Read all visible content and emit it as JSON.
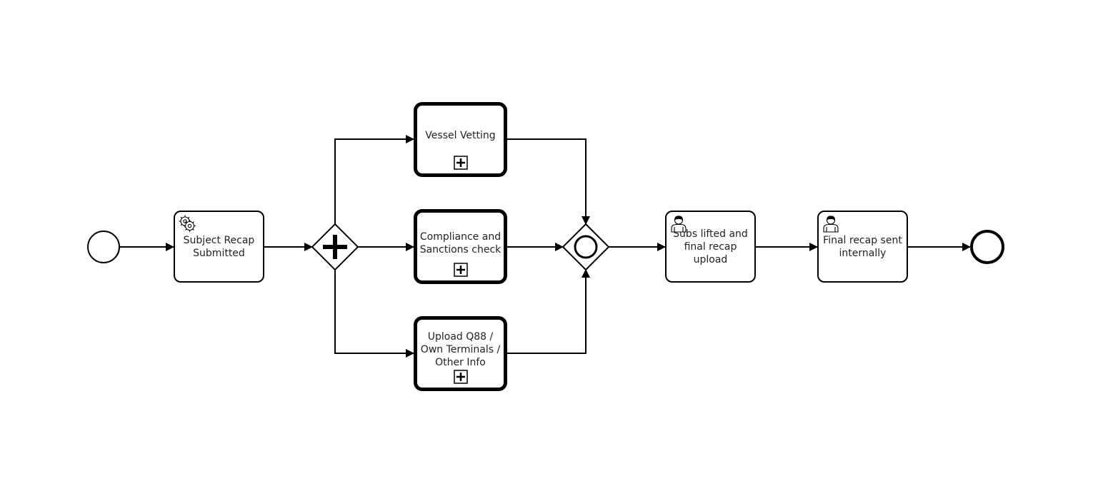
{
  "diagram": {
    "tasks": [
      {
        "label_lines": [
          "Subject Recap",
          "Submitted"
        ]
      },
      {
        "label_lines": [
          "Vessel Vetting"
        ]
      },
      {
        "label_lines": [
          "Compliance and",
          "Sanctions check"
        ]
      },
      {
        "label_lines": [
          "Upload Q88 /",
          "Own Terminals /",
          "Other Info"
        ]
      },
      {
        "label_lines": [
          "Subs lifted and",
          "final recap",
          "upload"
        ]
      },
      {
        "label_lines": [
          "Final recap sent",
          "internally"
        ]
      }
    ],
    "task_types": [
      "service-task",
      "sub-process",
      "sub-process",
      "sub-process",
      "user-task",
      "user-task"
    ],
    "gateways": [
      "parallel-gateway",
      "inclusive-gateway"
    ],
    "events": [
      "start-event",
      "end-event"
    ],
    "colors": {
      "stroke": "#000000",
      "text": "#222222",
      "background": "#ffffff"
    }
  }
}
